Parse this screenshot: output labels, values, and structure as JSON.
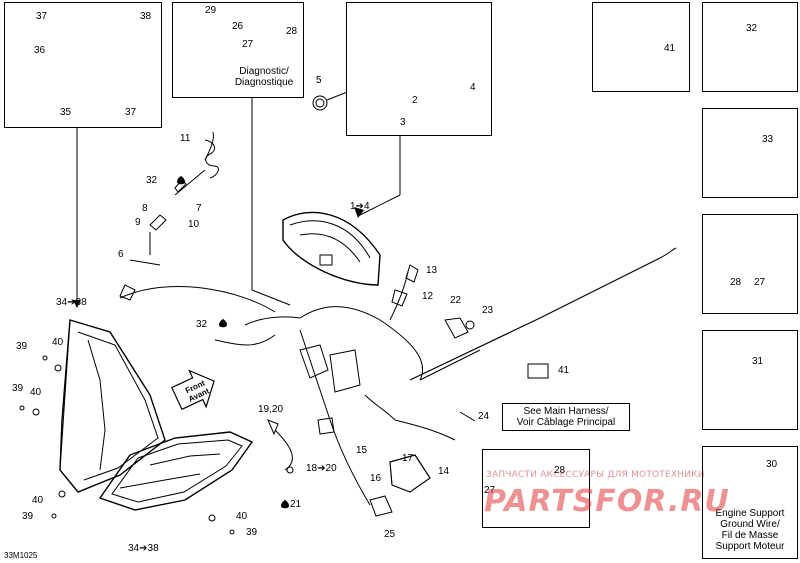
{
  "figure_id": "33M1025",
  "callouts": {
    "n1_4": "1➔4",
    "n2": "2",
    "n3": "3",
    "n4": "4",
    "n5": "5",
    "n6": "6",
    "n7": "7",
    "n8": "8",
    "n9": "9",
    "n10": "10",
    "n11": "11",
    "n12": "12",
    "n13": "13",
    "n14": "14",
    "n15": "15",
    "n16": "16",
    "n17": "17",
    "n18_20": "18➔20",
    "n19_20": "19,20",
    "n21": "21",
    "n22": "22",
    "n23": "23",
    "n24": "24",
    "n25": "25",
    "n26": "26",
    "n27": "27",
    "n28": "28",
    "n29": "29",
    "n30": "30",
    "n31": "31",
    "n32": "32",
    "n33": "33",
    "n34_38": "34➔38",
    "n35": "35",
    "n36": "36",
    "n37": "37",
    "n38": "38",
    "n39": "39",
    "n40": "40",
    "n41": "41"
  },
  "notes": {
    "diagnostic_line1": "Diagnostic/",
    "diagnostic_line2": "Diagnostique",
    "harness_line1": "See Main Harness/",
    "harness_line2": "Voir Câblage Principal",
    "front_line1": "Front",
    "front_line2": "Avant",
    "engine_line1": "Engine Support",
    "engine_line2": "Ground Wire/",
    "engine_line3": "Fil de Masse",
    "engine_line4": "Support Moteur"
  },
  "watermark": {
    "tagline": "ЗАПЧАСТИ АКСЕССУАРЫ ДЛЯ МОТОТЕХНИКИ",
    "brand": "PARTSFOR.RU",
    "color": "#e0383c"
  }
}
